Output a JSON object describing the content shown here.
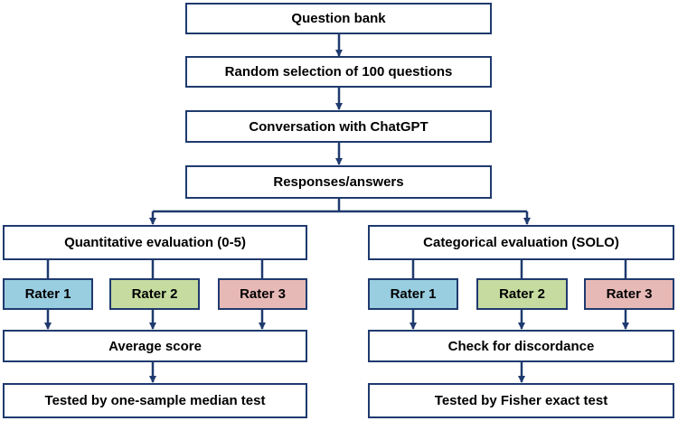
{
  "flow": {
    "question_bank": "Question bank",
    "random_selection": "Random selection of 100 questions",
    "conversation": "Conversation with ChatGPT",
    "responses": "Responses/answers"
  },
  "quantitative": {
    "title": "Quantitative evaluation (0-5)",
    "raters": [
      "Rater 1",
      "Rater 2",
      "Rater 3"
    ],
    "result": "Average score",
    "test": "Tested by one-sample median test"
  },
  "categorical": {
    "title": "Categorical evaluation (SOLO)",
    "raters": [
      "Rater 1",
      "Rater 2",
      "Rater 3"
    ],
    "result": "Check for discordance",
    "test": "Tested by Fisher exact test"
  },
  "colors": {
    "line": "#1f3a6e",
    "rater_1": "#99cde0",
    "rater_2": "#c5dba0",
    "rater_3": "#e7b9b6"
  }
}
